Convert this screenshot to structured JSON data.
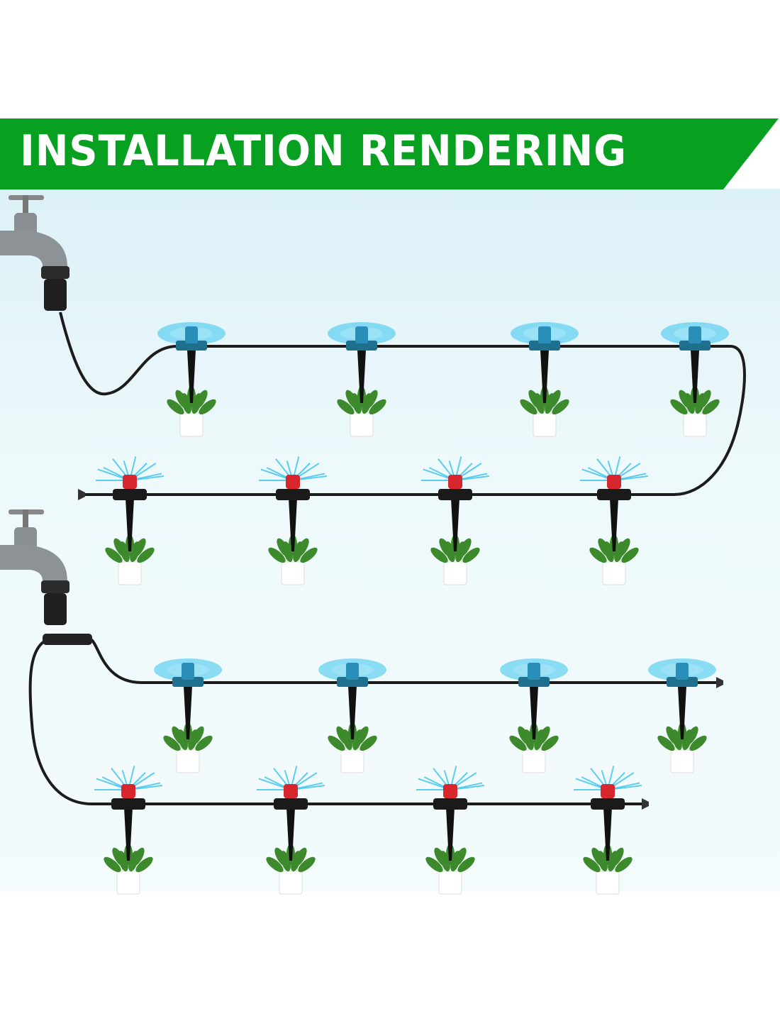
{
  "banner": {
    "title": "INSTALLATION RENDERING",
    "color": "#08a020"
  },
  "colors": {
    "blue_sprinkler": "#2a8fb8",
    "red_sprinkler": "#d8262e",
    "pipe": "#1c1c1c",
    "spray_blue": "#37c3ee"
  },
  "systems": [
    {
      "name": "faucet-system-1",
      "rows": [
        {
          "type": "blue",
          "count": 4
        },
        {
          "type": "red",
          "count": 4
        }
      ]
    },
    {
      "name": "faucet-system-2",
      "rows": [
        {
          "type": "blue",
          "count": 4
        },
        {
          "type": "red",
          "count": 4
        }
      ]
    }
  ]
}
